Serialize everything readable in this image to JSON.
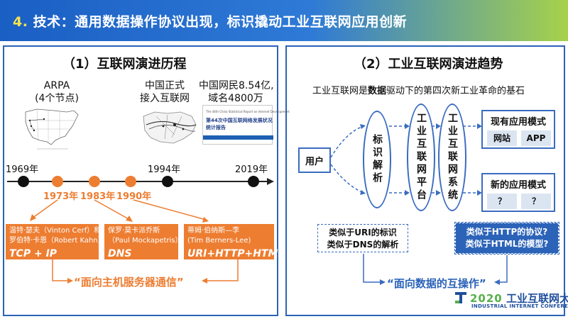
{
  "header": {
    "number": "4.",
    "title": "技术：通用数据操作协议出现，标识撬动工业互联网应用创新"
  },
  "left": {
    "title": "（1）互联网演进历程",
    "arpa": {
      "line1": "ARPA",
      "line2": "(4个节点)"
    },
    "china_join": {
      "line1": "中国正式",
      "line2": "接入互联网"
    },
    "netizens": {
      "line1": "中国网民8.54亿,",
      "line2": "域名4800万"
    },
    "report": {
      "line1": "The 44th China Statistical Report on Internet Development",
      "line2": "第44次中国互联网络发展状况",
      "line3": "统计报告"
    },
    "timeline": {
      "y1969": "1969年",
      "y1973": "1973年",
      "y1983": "1983年",
      "y1990": "1990年",
      "y1994": "1994年",
      "y2019": "2019年"
    },
    "boxes": [
      {
        "who1": "温特·瑟夫（Vinton Cerf）和",
        "who2": "罗伯特·卡恩（Robert Kahn）",
        "proto": "TCP + IP"
      },
      {
        "who1": "保罗·莫卡派乔斯",
        "who2": "（Paul Mockapetris）",
        "proto": "DNS"
      },
      {
        "who1": "蒂姆·伯纳斯—李",
        "who2": "(Tim Berners-Lee)",
        "proto": "URI+HTTP+HTML"
      }
    ],
    "quote": "“面向主机服务器通信”"
  },
  "right": {
    "title": "（2）工业互联网演进趋势",
    "intro_before": "工业互联网是",
    "intro_bold": "数据",
    "intro_after": "驱动下的第四次新工业革命的基石",
    "user": "用户",
    "oval_identify": "标识解析",
    "oval_platform": "工业互联网平台",
    "oval_system": "工业互联网系统",
    "current_mode": {
      "title": "现有应用模式",
      "chip1": "网站",
      "chip2": "APP"
    },
    "new_mode": {
      "title": "新的应用模式",
      "chip1": "？",
      "chip2": "？"
    },
    "note_left": {
      "line1": "类似于URI的标识",
      "line2": "类似于DNS的解析"
    },
    "note_right": {
      "line1": "类似于HTTP的协议?",
      "line2": "类似于HTML的模型?"
    },
    "quote": "“面向数据的互操作”"
  },
  "footer": {
    "year": "2020",
    "name": "工业互联网大会",
    "sub": "INDUSTRIAL INTERNET CONFERENCE"
  },
  "colors": {
    "blue": "#2b63b8",
    "orange": "#ed7d31",
    "chip": "#dbe5f1"
  }
}
